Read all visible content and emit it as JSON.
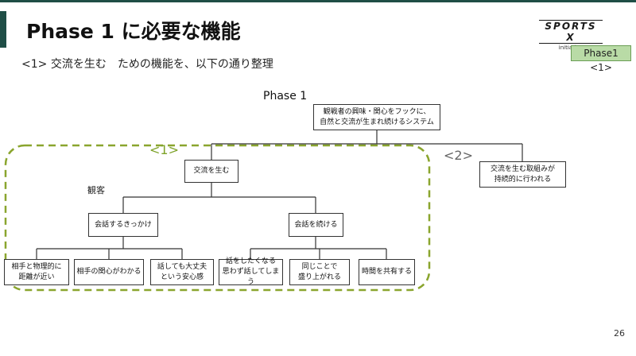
{
  "slide": {
    "title": "Phase 1 に必要な機能",
    "subtitle": "<1> 交流を生む　ための機能を、以下の通り整理",
    "badge": "Phase1 <1>",
    "page_number": "26"
  },
  "logo": {
    "main": "SPORTS X",
    "sub": "initiative"
  },
  "diagram": {
    "phase_label": "Phase 1",
    "root": "観戦者の興味・関心をフックに、\n自然と交流が生まれ続けるシステム",
    "group1_label": "<1>",
    "group2_label": "<2>",
    "audience_label": "観客",
    "node_create": "交流を生む",
    "node_sustain": "交流を生む取組みが\n持続的に行われる",
    "node_trigger": "会話するきっかけ",
    "node_continue": "会話を続ける",
    "leaf1": "相手と物理的に\n距離が近い",
    "leaf2": "相手の関心がわかる",
    "leaf3": "話しても大丈夫\nという安心感",
    "leaf4": "話をしたくなる\n思わず話してしまう",
    "leaf5": "同じことで\n盛り上がれる",
    "leaf6": "時間を共有する"
  },
  "colors": {
    "accent": "#1f4e46",
    "group1_dash": "#8aa52e",
    "badge_bg": "#b9dba6"
  }
}
